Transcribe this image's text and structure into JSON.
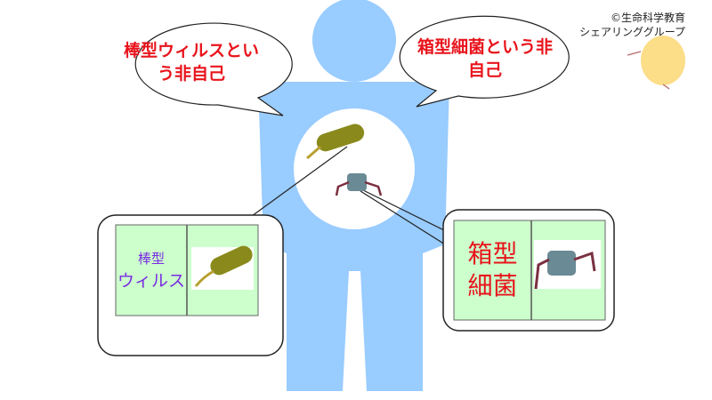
{
  "bubbles": {
    "left": "棒型ウィルスという非自己",
    "right": "箱型細菌という非自己"
  },
  "credit": {
    "line1": "©生命科学教育",
    "line2": "シェアリンググループ"
  },
  "left_card": {
    "line1": "棒型",
    "line2": "ウィルス"
  },
  "right_card": {
    "line1": "箱型",
    "line2": "細菌"
  },
  "colors": {
    "body": "#99ccff",
    "cell": "#ccffcc",
    "red": "#e8141c",
    "purple": "#7a2be2"
  }
}
